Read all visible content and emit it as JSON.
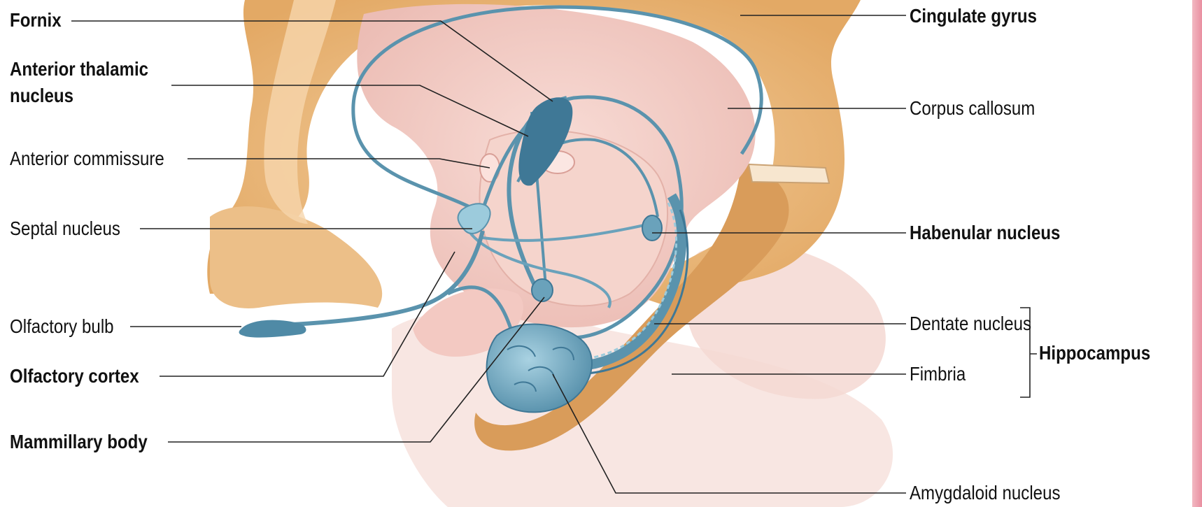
{
  "diagram": {
    "labels_left": {
      "fornix": "Fornix",
      "anterior_thalamic_nucleus": "Anterior thalamic nucleus",
      "anterior_commissure": "Anterior commissure",
      "septal_nucleus": "Septal nucleus",
      "olfactory_bulb": "Olfactory bulb",
      "olfactory_cortex": "Olfactory cortex",
      "mammillary_body": "Mammillary body"
    },
    "labels_right": {
      "cingulate_gyrus": "Cingulate gyrus",
      "corpus_callosum": "Corpus callosum",
      "habenular_nucleus": "Habenular nucleus",
      "dentate_nucleus": "Dentate nucleus",
      "fimbria": "Fimbria",
      "amygdaloid_nucleus": "Amygdaloid nucleus"
    },
    "group_label": "Hippocampus",
    "colors": {
      "cortex": "#eab57e",
      "cortex_dark": "#c98744",
      "tissue_pink": "#f2cfc9",
      "tissue_pink_dark": "#e2aaa3",
      "limbic_blue": "#5a93ad",
      "limbic_blue_light": "#8fbfd2",
      "leader_line": "#222222",
      "edge_pink": "#e98fa0"
    }
  }
}
